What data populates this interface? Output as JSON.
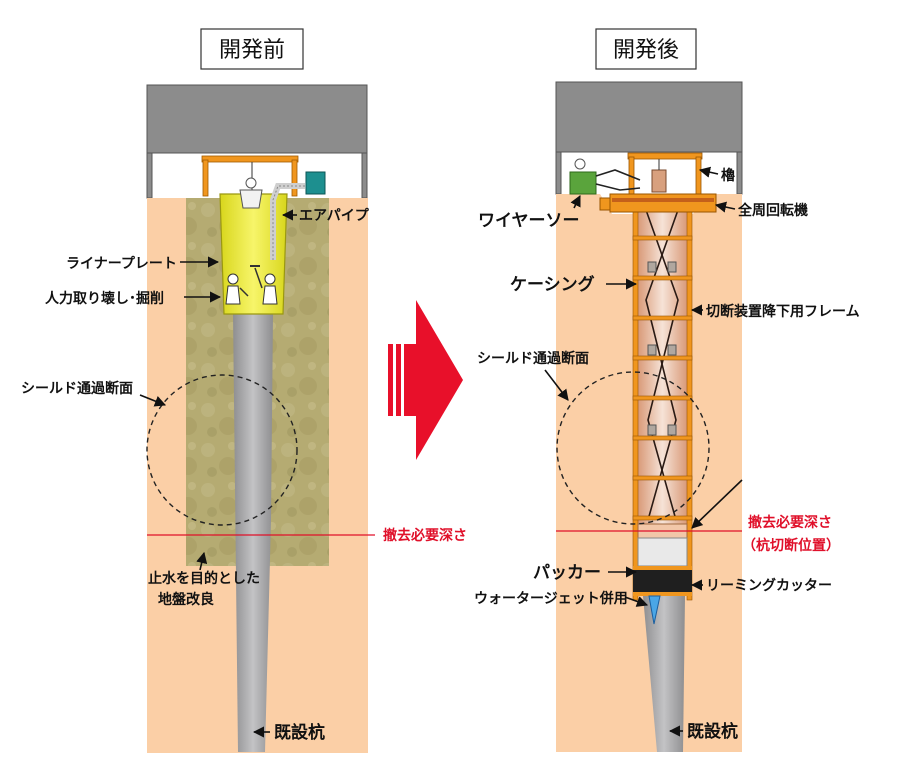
{
  "before": {
    "title": "開発前",
    "labels": {
      "air_pipe": "エアパイプ",
      "liner_plate": "ライナープレート",
      "manual_demolition": "人力取り壊し･掘削",
      "shield_section": "シールド通過断面",
      "removal_depth": "撤去必要深さ",
      "ground_improvement_line1": "止水を目的とした",
      "ground_improvement_line2": "地盤改良",
      "existing_pile": "既設杭"
    }
  },
  "after": {
    "title": "開発後",
    "labels": {
      "tower": "櫓",
      "wire_saw": "ワイヤーソー",
      "full_rotation_machine": "全周回転機",
      "casing": "ケーシング",
      "cutter_lowering_frame": "切断装置降下用フレーム",
      "shield_section": "シールド通過断面",
      "removal_depth": "撤去必要深さ",
      "removal_depth_sub": "（杭切断位置）",
      "packer": "パッカー",
      "reaming_cutter": "リーミングカッター",
      "water_jet": "ウォータージェット併用",
      "existing_pile": "既設杭"
    }
  },
  "colors": {
    "soil": "#fbcfa6",
    "improved_ground": "#b7ad74",
    "building": "#8c8c8c",
    "pile": "#a9a9ab",
    "liner": "#f0ee35",
    "frame": "#f0961e",
    "arrow": "#e8102a",
    "depth_line": "#e0102a"
  }
}
